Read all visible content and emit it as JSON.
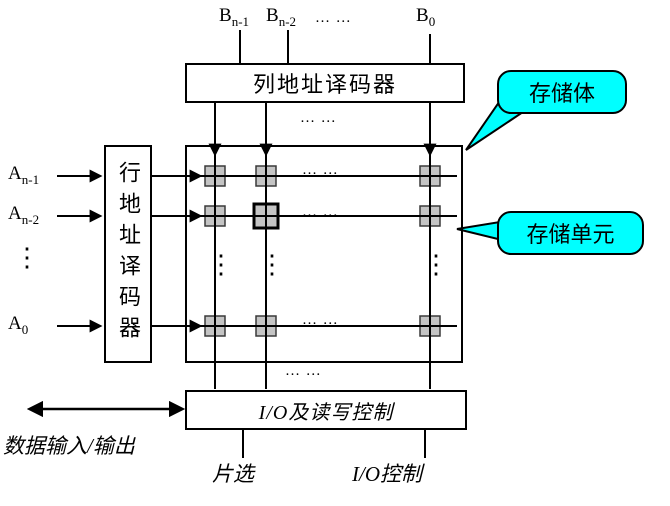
{
  "colors": {
    "callout_bg": "#00ffff",
    "cell_fill": "#c4c4c4",
    "line": "#000000"
  },
  "top_bus": {
    "b1": {
      "base": "B",
      "sub": "n-1"
    },
    "b2": {
      "base": "B",
      "sub": "n-2"
    },
    "dots": "… …",
    "b0": {
      "base": "B",
      "sub": "0"
    }
  },
  "left_bus": {
    "a1": {
      "base": "A",
      "sub": "n-1"
    },
    "a2": {
      "base": "A",
      "sub": "n-2"
    },
    "dots": "⋮",
    "a0": {
      "base": "A",
      "sub": "0"
    }
  },
  "boxes": {
    "column_decoder": "列地址译码器",
    "row_decoder": "行地址译码器",
    "io_control": "I/O及读写控制"
  },
  "callouts": {
    "memory_bank": "存储体",
    "memory_cell": "存储单元"
  },
  "bottom_labels": {
    "data_io": "数据输入/输出",
    "chip_select": "片选",
    "io_ctrl": "I/O控制"
  },
  "dots": {
    "h": "… …",
    "v": "⋮"
  }
}
